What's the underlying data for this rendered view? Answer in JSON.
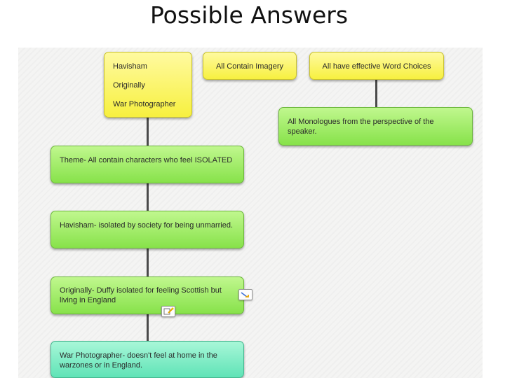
{
  "title": "Possible Answers",
  "nodes": {
    "poems": [
      "Havisham",
      "Originally",
      "War Photographer"
    ],
    "imagery": "All Contain Imagery",
    "word_choices": "All have effective Word Choices",
    "monologues": "All Monologues from the perspective of the speaker.",
    "theme": "Theme- All contain characters who feel ISOLATED",
    "havisham_isolated": "Havisham- isolated by society for being unmarried.",
    "originally_isolated": "Originally- Duffy isolated for feeling Scottish but living in England",
    "war_photographer": "War Photographer- doesn't feel at home in the warzones or in England."
  },
  "colors": {
    "yellow": "#f7f03f",
    "green": "#87e24a",
    "teal": "#5fe3b6",
    "connector": "#4a4a4a"
  },
  "icons": [
    "note-badge-icon",
    "link-badge-icon"
  ]
}
